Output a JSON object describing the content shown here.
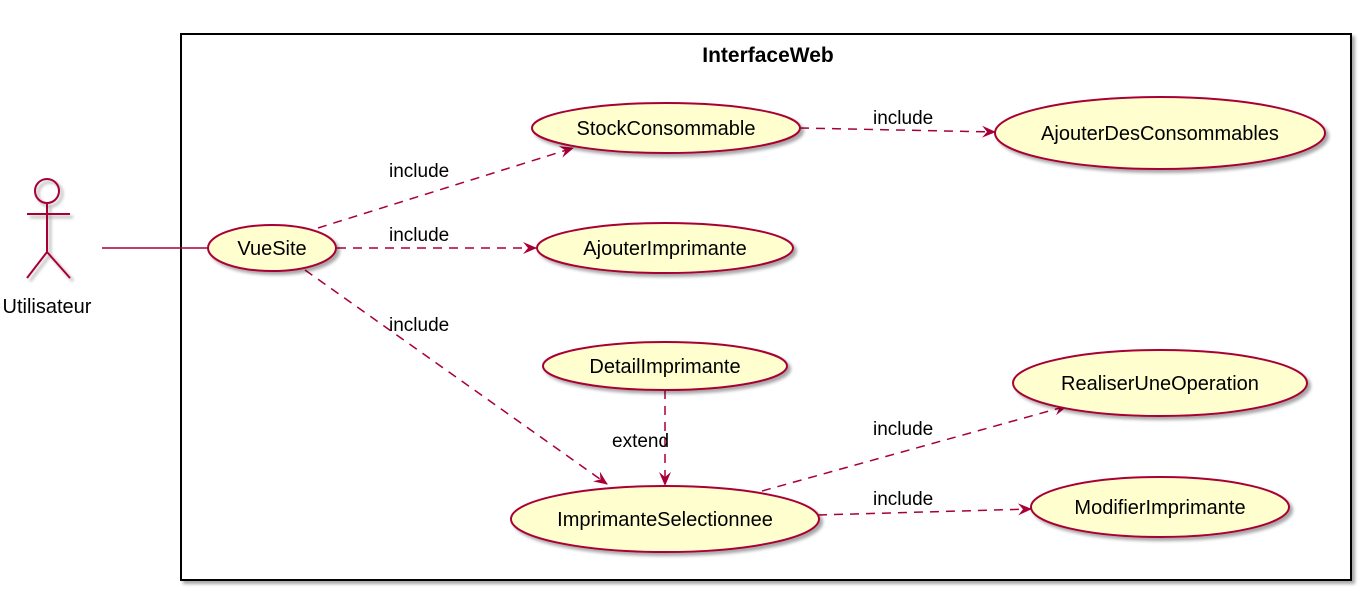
{
  "colors": {
    "accent": "#A80036",
    "usecase_fill": "#FEFECE",
    "frame": "#000000",
    "shadow": "#C0C0C0",
    "text": "#000000"
  },
  "diagram": {
    "type": "uml-use-case",
    "system": {
      "title": "InterfaceWeb"
    },
    "actor": {
      "label": "Utilisateur"
    },
    "use_cases": {
      "vue_site": "VueSite",
      "stock_consommable": "StockConsommable",
      "ajouter_des_consommables": "AjouterDesConsommables",
      "ajouter_imprimante": "AjouterImprimante",
      "detail_imprimante": "DetailImprimante",
      "realiser_une_operation": "RealiserUneOperation",
      "imprimante_selectionnee": "ImprimanteSelectionnee",
      "modifier_imprimante": "ModifierImprimante"
    },
    "relations": [
      {
        "from": "Utilisateur",
        "to": "VueSite",
        "kind": "association"
      },
      {
        "from": "VueSite",
        "to": "StockConsommable",
        "kind": "include",
        "label": "include"
      },
      {
        "from": "StockConsommable",
        "to": "AjouterDesConsommables",
        "kind": "include",
        "label": "include"
      },
      {
        "from": "VueSite",
        "to": "AjouterImprimante",
        "kind": "include",
        "label": "include"
      },
      {
        "from": "VueSite",
        "to": "ImprimanteSelectionnee",
        "kind": "include",
        "label": "include"
      },
      {
        "from": "DetailImprimante",
        "to": "ImprimanteSelectionnee",
        "kind": "extend",
        "label": "extend"
      },
      {
        "from": "ImprimanteSelectionnee",
        "to": "RealiserUneOperation",
        "kind": "include",
        "label": "include"
      },
      {
        "from": "ImprimanteSelectionnee",
        "to": "ModifierImprimante",
        "kind": "include",
        "label": "include"
      }
    ]
  }
}
